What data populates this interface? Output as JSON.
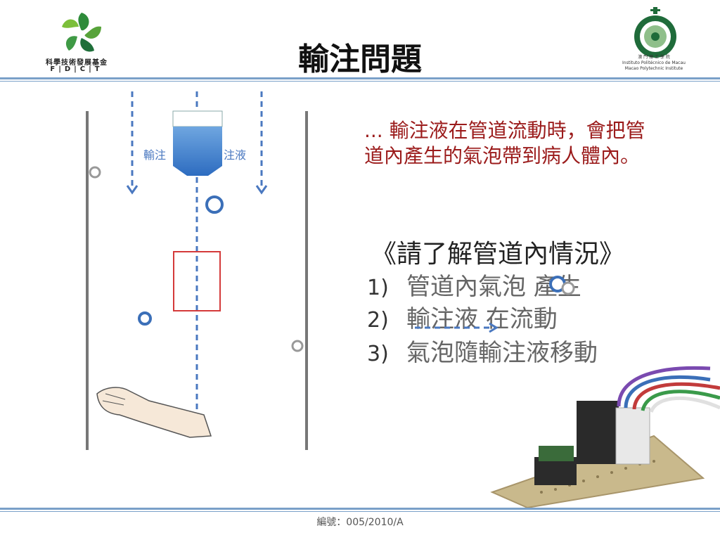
{
  "header": {
    "title": "輸注問題",
    "left_logo_name": "科學技術發展基金",
    "left_logo_abbrev": "F|D|C|T",
    "right_logo_lines": [
      "澳 門 理 工 學 院",
      "Instituto Politécnico de Macau",
      "Macao Polytechnic Institute"
    ]
  },
  "diagram": {
    "left_label": "輸注",
    "right_label": "注液"
  },
  "content": {
    "note": "... 輸注液在管道流動時，會把管道內產生的氣泡帶到病人體內。",
    "heading": "《請了解管道內情況》",
    "items": [
      {
        "num": "1)",
        "text": "管道內氣泡   產生"
      },
      {
        "num": "2)",
        "text": "輸注液  在流動"
      },
      {
        "num": "3)",
        "text": "氣泡隨輸注液移動"
      }
    ]
  },
  "footer": {
    "code": "編號：005/2010/A"
  },
  "colors": {
    "accent_blue": "#4a78c0",
    "note_red": "#9b1b1b",
    "rule_blue": "#7aa0c8"
  }
}
